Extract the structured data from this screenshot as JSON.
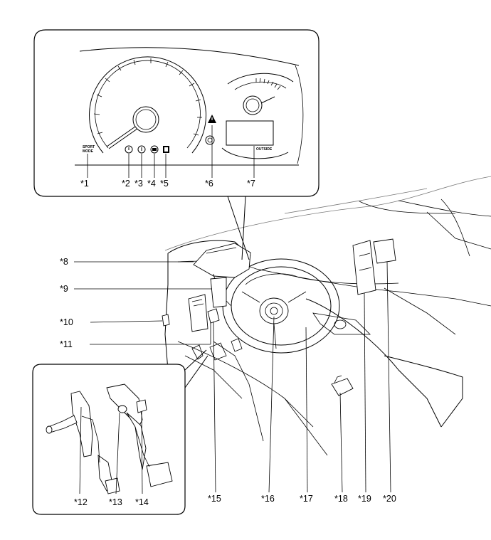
{
  "inset_text": {
    "sport_mode_top": "SPORT",
    "sport_mode_bottom": "MODE",
    "outside": "OUTSIDE"
  },
  "labels": {
    "l1": "*1",
    "l2": "*2",
    "l3": "*3",
    "l4": "*4",
    "l5": "*5",
    "l6": "*6",
    "l7": "*7",
    "l8": "*8",
    "l9": "*9",
    "l10": "*10",
    "l11": "*11",
    "l12": "*12",
    "l13": "*13",
    "l14": "*14",
    "l15": "*15",
    "l16": "*16",
    "l17": "*17",
    "l18": "*18",
    "l19": "*19",
    "l20": "*20"
  },
  "icons": {
    "warning": "warning-triangle-icon",
    "brake": "brake-warning-icon",
    "abs": "abs-icon",
    "power": "power-indicator-icon"
  }
}
